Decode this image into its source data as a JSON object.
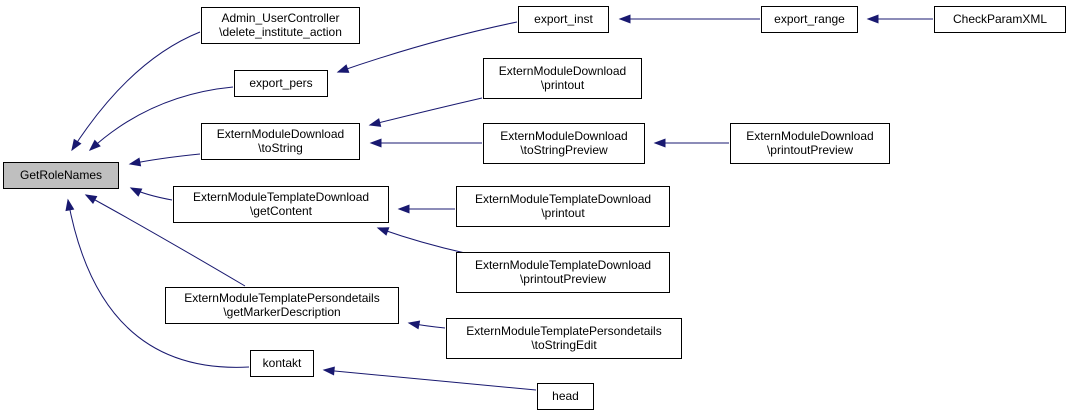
{
  "graph": {
    "nodes": {
      "getrolenames": [
        "GetRoleNames"
      ],
      "admin_delete": [
        "Admin_UserController",
        "\\delete_institute_action"
      ],
      "export_pers": [
        "export_pers"
      ],
      "emd_tostring": [
        "ExternModuleDownload",
        "\\toString"
      ],
      "emtd_getcontent": [
        "ExternModuleTemplateDownload",
        "\\getContent"
      ],
      "emtp_getmarker": [
        "ExternModuleTemplatePersondetails",
        "\\getMarkerDescription"
      ],
      "kontakt": [
        "kontakt"
      ],
      "export_inst": [
        "export_inst"
      ],
      "emd_printout": [
        "ExternModuleDownload",
        "\\printout"
      ],
      "emd_tostringpreview": [
        "ExternModuleDownload",
        "\\toStringPreview"
      ],
      "emtd_printout": [
        "ExternModuleTemplateDownload",
        "\\printout"
      ],
      "emtd_printoutpreview": [
        "ExternModuleTemplateDownload",
        "\\printoutPreview"
      ],
      "emtp_tostringedit": [
        "ExternModuleTemplatePersondetails",
        "\\toStringEdit"
      ],
      "head": [
        "head"
      ],
      "export_range": [
        "export_range"
      ],
      "emd_printoutpreview": [
        "ExternModuleDownload",
        "\\printoutPreview"
      ],
      "checkparamxml": [
        "CheckParamXML"
      ]
    },
    "edges": [
      [
        "admin_delete",
        "getrolenames"
      ],
      [
        "export_pers",
        "getrolenames"
      ],
      [
        "emd_tostring",
        "getrolenames"
      ],
      [
        "emtd_getcontent",
        "getrolenames"
      ],
      [
        "emtp_getmarker",
        "getrolenames"
      ],
      [
        "kontakt",
        "getrolenames"
      ],
      [
        "export_inst",
        "export_pers"
      ],
      [
        "emd_printout",
        "emd_tostring"
      ],
      [
        "emd_tostringpreview",
        "emd_tostring"
      ],
      [
        "emtd_printout",
        "emtd_getcontent"
      ],
      [
        "emtd_printoutpreview",
        "emtd_getcontent"
      ],
      [
        "emtp_tostringedit",
        "emtp_getmarker"
      ],
      [
        "head",
        "kontakt"
      ],
      [
        "export_range",
        "export_inst"
      ],
      [
        "emd_printoutpreview",
        "emd_tostringpreview"
      ],
      [
        "checkparamxml",
        "export_range"
      ]
    ]
  }
}
